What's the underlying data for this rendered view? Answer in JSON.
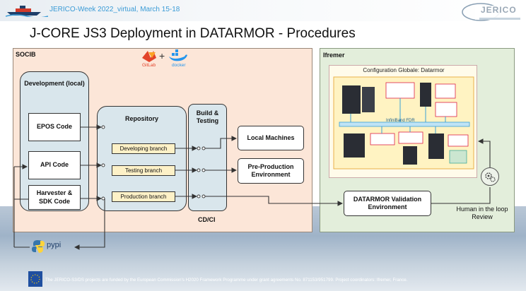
{
  "header": {
    "event_text": "JERICO-Week 2022_virtual, March 15-18",
    "brand_logo_text": "JERICO",
    "title": "J-CORE JS3 Deployment in DATARMOR - Procedures"
  },
  "socib": {
    "label": "SOCIB",
    "tools_logo_text": [
      "GitLab",
      "docker"
    ],
    "development": {
      "title": "Development (local)",
      "items": [
        "EPOS Code",
        "API Code",
        "Harvester & SDK Code"
      ]
    },
    "repository": {
      "title": "Repository",
      "branches": [
        "Developing branch",
        "Testing branch",
        "Production branch"
      ]
    },
    "build": {
      "title": "Build & Testing"
    },
    "targets": [
      "Local Machines",
      "Pre-Production Environment"
    ],
    "cdci_label": "CD/CI",
    "pypi_text": "pypi"
  },
  "ifremer": {
    "label": "Ifremer",
    "config_title": "Configuration Globale: Datarmor",
    "infiniband_label": "InfiniBand FDR",
    "validation": "DATARMOR Validation Environment",
    "human_review": "Human in the loop Review"
  },
  "footer": {
    "text": "The JERICO-S3/DS projects are funded by the European Commission's H2020 Framework Programme under grant agreements No. 871153/951799. Project coordinators: Ifremer, France."
  },
  "colors": {
    "socib_bg": "#fce6d8",
    "ifremer_bg": "#e3eedb",
    "panel_blue": "#d9e6ec",
    "branch_yellow": "#fdf1c7",
    "header_blue": "#3a9bd6"
  }
}
